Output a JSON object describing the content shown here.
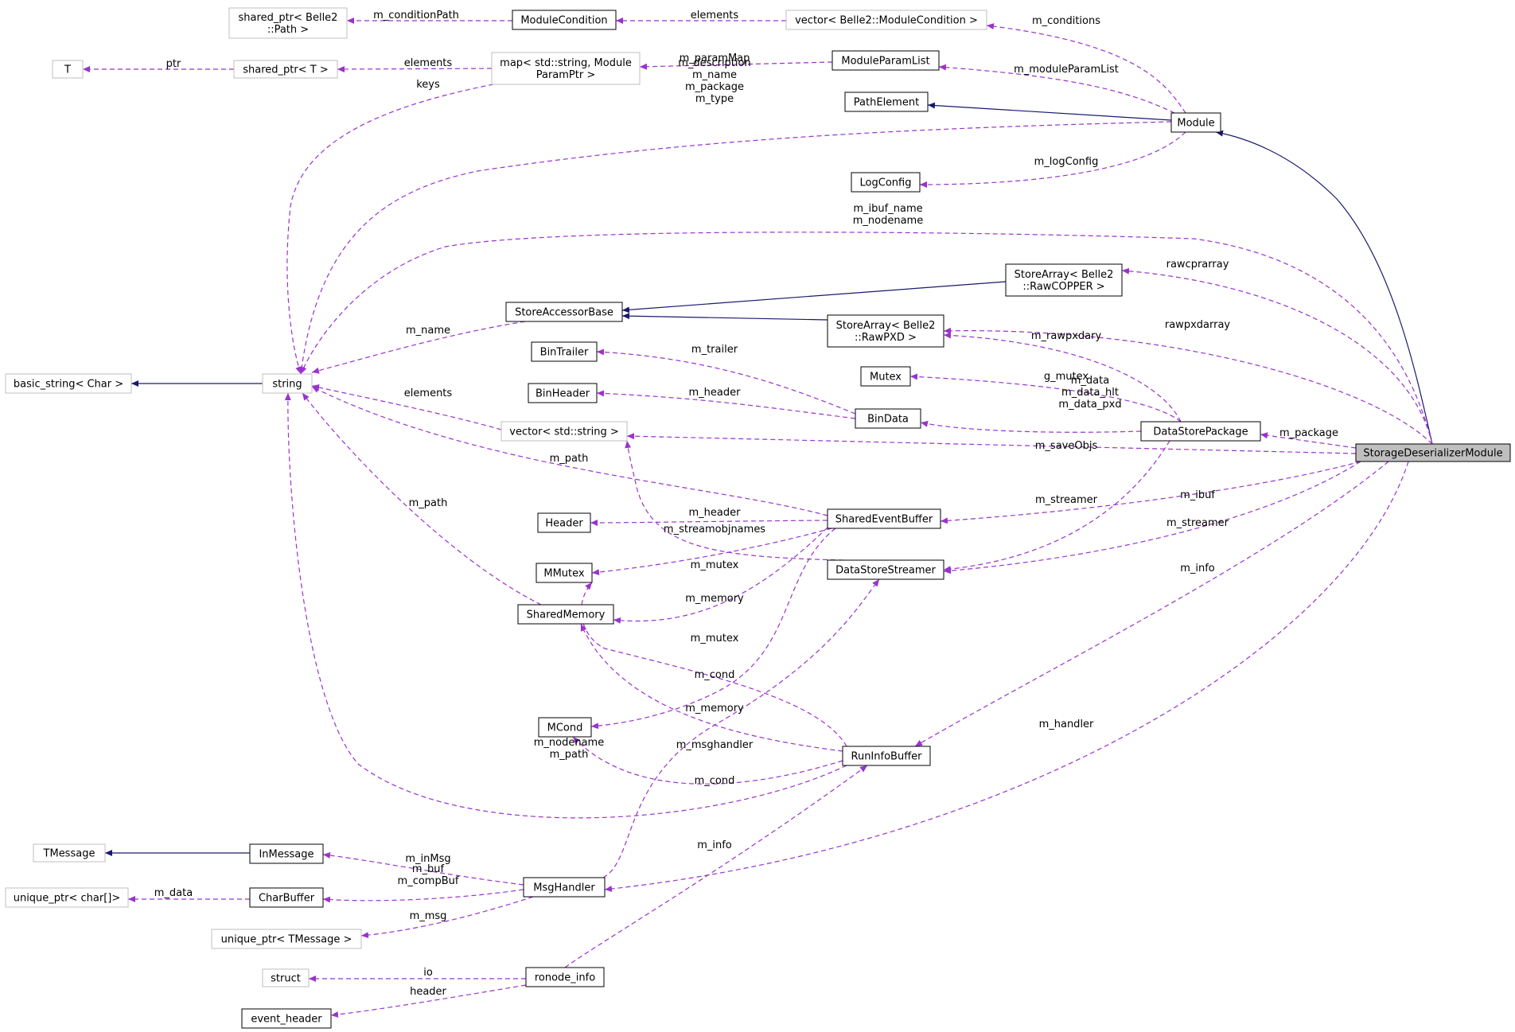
{
  "colors": {
    "inherit": "#191970",
    "usage": "#9a32cd",
    "focus_fill": "#bfbfbf",
    "external_border": "#bfbfbf"
  },
  "nodes": {
    "storage": {
      "lines": [
        "StorageDeserializerModule"
      ],
      "kind": "focus"
    },
    "module": {
      "lines": [
        "Module"
      ],
      "kind": "class"
    },
    "pathelement": {
      "lines": [
        "PathElement"
      ],
      "kind": "class"
    },
    "logconfig": {
      "lines": [
        "LogConfig"
      ],
      "kind": "class"
    },
    "moduleparamlist": {
      "lines": [
        "ModuleParamList"
      ],
      "kind": "class"
    },
    "map_param": {
      "lines": [
        "map< std::string, Module",
        "ParamPtr >"
      ],
      "kind": "ext"
    },
    "vector_modcond": {
      "lines": [
        "vector< Belle2::ModuleCondition >"
      ],
      "kind": "ext"
    },
    "modulecondition": {
      "lines": [
        "ModuleCondition"
      ],
      "kind": "class"
    },
    "sp_path": {
      "lines": [
        "shared_ptr< Belle2",
        "::Path >"
      ],
      "kind": "ext"
    },
    "sp_t": {
      "lines": [
        "shared_ptr< T >"
      ],
      "kind": "ext"
    },
    "t": {
      "lines": [
        "T"
      ],
      "kind": "ext"
    },
    "string": {
      "lines": [
        "string"
      ],
      "kind": "ext"
    },
    "basic_string": {
      "lines": [
        "basic_string< Char >"
      ],
      "kind": "ext"
    },
    "storeaccessorbase": {
      "lines": [
        "StoreAccessorBase"
      ],
      "kind": "class"
    },
    "sa_rawcopper": {
      "lines": [
        "StoreArray< Belle2",
        "::RawCOPPER >"
      ],
      "kind": "class"
    },
    "sa_rawpxd": {
      "lines": [
        "StoreArray< Belle2",
        "::RawPXD >"
      ],
      "kind": "class"
    },
    "bintrailer": {
      "lines": [
        "BinTrailer"
      ],
      "kind": "class"
    },
    "binheader": {
      "lines": [
        "BinHeader"
      ],
      "kind": "class"
    },
    "mutex": {
      "lines": [
        "Mutex"
      ],
      "kind": "class"
    },
    "bindata": {
      "lines": [
        "BinData"
      ],
      "kind": "class"
    },
    "datastorepackage": {
      "lines": [
        "DataStorePackage"
      ],
      "kind": "class"
    },
    "vector_string": {
      "lines": [
        "vector< std::string >"
      ],
      "kind": "ext"
    },
    "sharedeventbuffer": {
      "lines": [
        "SharedEventBuffer"
      ],
      "kind": "class"
    },
    "header": {
      "lines": [
        "Header"
      ],
      "kind": "class"
    },
    "datastorestreamer": {
      "lines": [
        "DataStoreStreamer"
      ],
      "kind": "class"
    },
    "mmutex": {
      "lines": [
        "MMutex"
      ],
      "kind": "class"
    },
    "sharedmemory": {
      "lines": [
        "SharedMemory"
      ],
      "kind": "class"
    },
    "mcond": {
      "lines": [
        "MCond"
      ],
      "kind": "class"
    },
    "runinfobuffer": {
      "lines": [
        "RunInfoBuffer"
      ],
      "kind": "class"
    },
    "tmessage": {
      "lines": [
        "TMessage"
      ],
      "kind": "ext"
    },
    "inmessage": {
      "lines": [
        "InMessage"
      ],
      "kind": "class"
    },
    "msghandler": {
      "lines": [
        "MsgHandler"
      ],
      "kind": "class"
    },
    "unique_char": {
      "lines": [
        "unique_ptr< char[]>"
      ],
      "kind": "ext"
    },
    "charbuffer": {
      "lines": [
        "CharBuffer"
      ],
      "kind": "class"
    },
    "unique_tmessage": {
      "lines": [
        "unique_ptr< TMessage >"
      ],
      "kind": "ext"
    },
    "struct": {
      "lines": [
        "struct"
      ],
      "kind": "ext"
    },
    "ronode_info": {
      "lines": [
        "ronode_info"
      ],
      "kind": "class"
    },
    "event_header": {
      "lines": [
        "event_header"
      ],
      "kind": "class"
    }
  },
  "edges": [
    {
      "id": "module_to_storage",
      "kind": "inherit",
      "from": "storage",
      "to": "module",
      "label": []
    },
    {
      "id": "pathelement_to_module",
      "kind": "inherit",
      "from": "module",
      "to": "pathelement",
      "label": []
    },
    {
      "id": "basicstring_to_string",
      "kind": "inherit",
      "from": "string",
      "to": "basic_string",
      "label": []
    },
    {
      "id": "sab_to_copper",
      "kind": "inherit",
      "from": "sa_rawcopper",
      "to": "storeaccessorbase",
      "label": []
    },
    {
      "id": "sab_to_pxd",
      "kind": "inherit",
      "from": "sa_rawpxd",
      "to": "storeaccessorbase",
      "label": []
    },
    {
      "id": "tmessage_to_inmessage",
      "kind": "inherit",
      "from": "inmessage",
      "to": "tmessage",
      "label": []
    },
    {
      "id": "vmc_to_module",
      "kind": "use",
      "from": "module",
      "to": "vector_modcond",
      "label": [
        "m_conditions"
      ]
    },
    {
      "id": "mc_to_vmc",
      "kind": "use",
      "from": "vector_modcond",
      "to": "modulecondition",
      "label": [
        "elements"
      ]
    },
    {
      "id": "sppath_to_mc",
      "kind": "use",
      "from": "modulecondition",
      "to": "sp_path",
      "label": [
        "m_conditionPath"
      ]
    },
    {
      "id": "mpl_to_module",
      "kind": "use",
      "from": "module",
      "to": "moduleparamlist",
      "label": [
        "m_moduleParamList"
      ]
    },
    {
      "id": "map_to_mpl",
      "kind": "use",
      "from": "moduleparamlist",
      "to": "map_param",
      "label": [
        "m_paramMap"
      ]
    },
    {
      "id": "spt_to_map",
      "kind": "use",
      "from": "map_param",
      "to": "sp_t",
      "label": [
        "elements"
      ]
    },
    {
      "id": "t_to_spt",
      "kind": "use",
      "from": "sp_t",
      "to": "t",
      "label": [
        "ptr"
      ]
    },
    {
      "id": "string_to_map",
      "kind": "use",
      "from": "map_param",
      "to": "string",
      "label": [
        "keys"
      ]
    },
    {
      "id": "string_to_module",
      "kind": "use",
      "from": "module",
      "to": "string",
      "label": [
        "m_description",
        "m_name",
        "m_package",
        "m_type"
      ]
    },
    {
      "id": "logconfig_to_module",
      "kind": "use",
      "from": "module",
      "to": "logconfig",
      "label": [
        "m_logConfig"
      ]
    },
    {
      "id": "string_to_storage",
      "kind": "use",
      "from": "storage",
      "to": "string",
      "label": [
        "m_ibuf_name",
        "m_nodename"
      ]
    },
    {
      "id": "copper_to_storage",
      "kind": "use",
      "from": "storage",
      "to": "sa_rawcopper",
      "label": [
        "rawcprarray"
      ]
    },
    {
      "id": "pxd_to_storage",
      "kind": "use",
      "from": "storage",
      "to": "sa_rawpxd",
      "label": [
        "rawpxdarray"
      ]
    },
    {
      "id": "pxd_to_dsp",
      "kind": "use",
      "from": "datastorepackage",
      "to": "sa_rawpxd",
      "label": [
        "m_rawpxdary"
      ]
    },
    {
      "id": "mutex_to_dsp",
      "kind": "use",
      "from": "datastorepackage",
      "to": "mutex",
      "label": [
        "g_mutex"
      ]
    },
    {
      "id": "bindata_to_dsp",
      "kind": "use",
      "from": "datastorepackage",
      "to": "bindata",
      "label": [
        "m_data",
        "m_data_hlt",
        "m_data_pxd"
      ]
    },
    {
      "id": "dsp_to_storage",
      "kind": "use",
      "from": "storage",
      "to": "datastorepackage",
      "label": [
        "m_package"
      ]
    },
    {
      "id": "vs_to_storage",
      "kind": "use",
      "from": "storage",
      "to": "vector_string",
      "label": [
        "m_saveObjs"
      ]
    },
    {
      "id": "string_to_sab",
      "kind": "use",
      "from": "storeaccessorbase",
      "to": "string",
      "label": [
        "m_name"
      ]
    },
    {
      "id": "trailer_to_bindata",
      "kind": "use",
      "from": "bindata",
      "to": "bintrailer",
      "label": [
        "m_trailer"
      ]
    },
    {
      "id": "binheader_to_bindata",
      "kind": "use",
      "from": "bindata",
      "to": "binheader",
      "label": [
        "m_header"
      ]
    },
    {
      "id": "string_to_vs",
      "kind": "use",
      "from": "vector_string",
      "to": "string",
      "label": [
        "elements"
      ]
    },
    {
      "id": "string_to_seb",
      "kind": "use",
      "from": "sharedeventbuffer",
      "to": "string",
      "label": [
        "m_path"
      ]
    },
    {
      "id": "string_to_shm",
      "kind": "use",
      "from": "sharedmemory",
      "to": "string",
      "label": [
        "m_path"
      ]
    },
    {
      "id": "header_to_seb",
      "kind": "use",
      "from": "sharedeventbuffer",
      "to": "header",
      "label": [
        "m_header"
      ]
    },
    {
      "id": "vs_to_dss",
      "kind": "use",
      "from": "datastorestreamer",
      "to": "vector_string",
      "label": [
        "m_streamobjnames"
      ]
    },
    {
      "id": "seb_to_storage",
      "kind": "use",
      "from": "storage",
      "to": "sharedeventbuffer",
      "label": [
        "m_ibuf"
      ]
    },
    {
      "id": "dss_to_dsp",
      "kind": "use",
      "from": "datastorepackage",
      "to": "datastorestreamer",
      "label": [
        "m_streamer"
      ]
    },
    {
      "id": "dss_to_storage",
      "kind": "use",
      "from": "storage",
      "to": "datastorestreamer",
      "label": [
        "m_streamer"
      ]
    },
    {
      "id": "mmutex_to_seb",
      "kind": "use",
      "from": "sharedeventbuffer",
      "to": "mmutex",
      "label": [
        "m_mutex"
      ]
    },
    {
      "id": "shm_to_seb",
      "kind": "use",
      "from": "sharedeventbuffer",
      "to": "sharedmemory",
      "label": [
        "m_memory"
      ]
    },
    {
      "id": "mcond_to_seb",
      "kind": "use",
      "from": "sharedeventbuffer",
      "to": "mcond",
      "label": [
        "m_cond"
      ]
    },
    {
      "id": "mmutex_to_rib",
      "kind": "use",
      "from": "runinfobuffer",
      "to": "mmutex",
      "label": [
        "m_mutex"
      ]
    },
    {
      "id": "shm_to_rib",
      "kind": "use",
      "from": "runinfobuffer",
      "to": "sharedmemory",
      "label": [
        "m_memory"
      ]
    },
    {
      "id": "mcond_to_rib",
      "kind": "use",
      "from": "runinfobuffer",
      "to": "mcond",
      "label": [
        "m_cond"
      ]
    },
    {
      "id": "string_to_rib",
      "kind": "use",
      "from": "runinfobuffer",
      "to": "string",
      "label": [
        "m_nodename",
        "m_path"
      ]
    },
    {
      "id": "rib_to_storage",
      "kind": "use",
      "from": "storage",
      "to": "runinfobuffer",
      "label": [
        "m_info"
      ]
    },
    {
      "id": "msgh_to_dss",
      "kind": "use",
      "from": "datastorestreamer",
      "to": "msghandler",
      "label": [
        "m_msghandler"
      ]
    },
    {
      "id": "msgh_to_storage",
      "kind": "use",
      "from": "storage",
      "to": "msghandler",
      "label": [
        "m_handler"
      ]
    },
    {
      "id": "ronode_to_rib",
      "kind": "use",
      "from": "runinfobuffer",
      "to": "ronode_info",
      "label": [
        "m_info"
      ]
    },
    {
      "id": "inmsg_to_msgh",
      "kind": "use",
      "from": "msghandler",
      "to": "inmessage",
      "label": [
        "m_inMsg"
      ]
    },
    {
      "id": "charbuf_to_msgh",
      "kind": "use",
      "from": "msghandler",
      "to": "charbuffer",
      "label": [
        "m_buf",
        "m_compBuf"
      ]
    },
    {
      "id": "uchar_to_charbuf",
      "kind": "use",
      "from": "charbuffer",
      "to": "unique_char",
      "label": [
        "m_data"
      ]
    },
    {
      "id": "utmsg_to_msgh",
      "kind": "use",
      "from": "msghandler",
      "to": "unique_tmessage",
      "label": [
        "m_msg"
      ]
    },
    {
      "id": "struct_to_ronode",
      "kind": "use",
      "from": "ronode_info",
      "to": "struct",
      "label": [
        "io"
      ]
    },
    {
      "id": "evhdr_to_ronode",
      "kind": "use",
      "from": "ronode_info",
      "to": "event_header",
      "label": [
        "header"
      ]
    }
  ]
}
